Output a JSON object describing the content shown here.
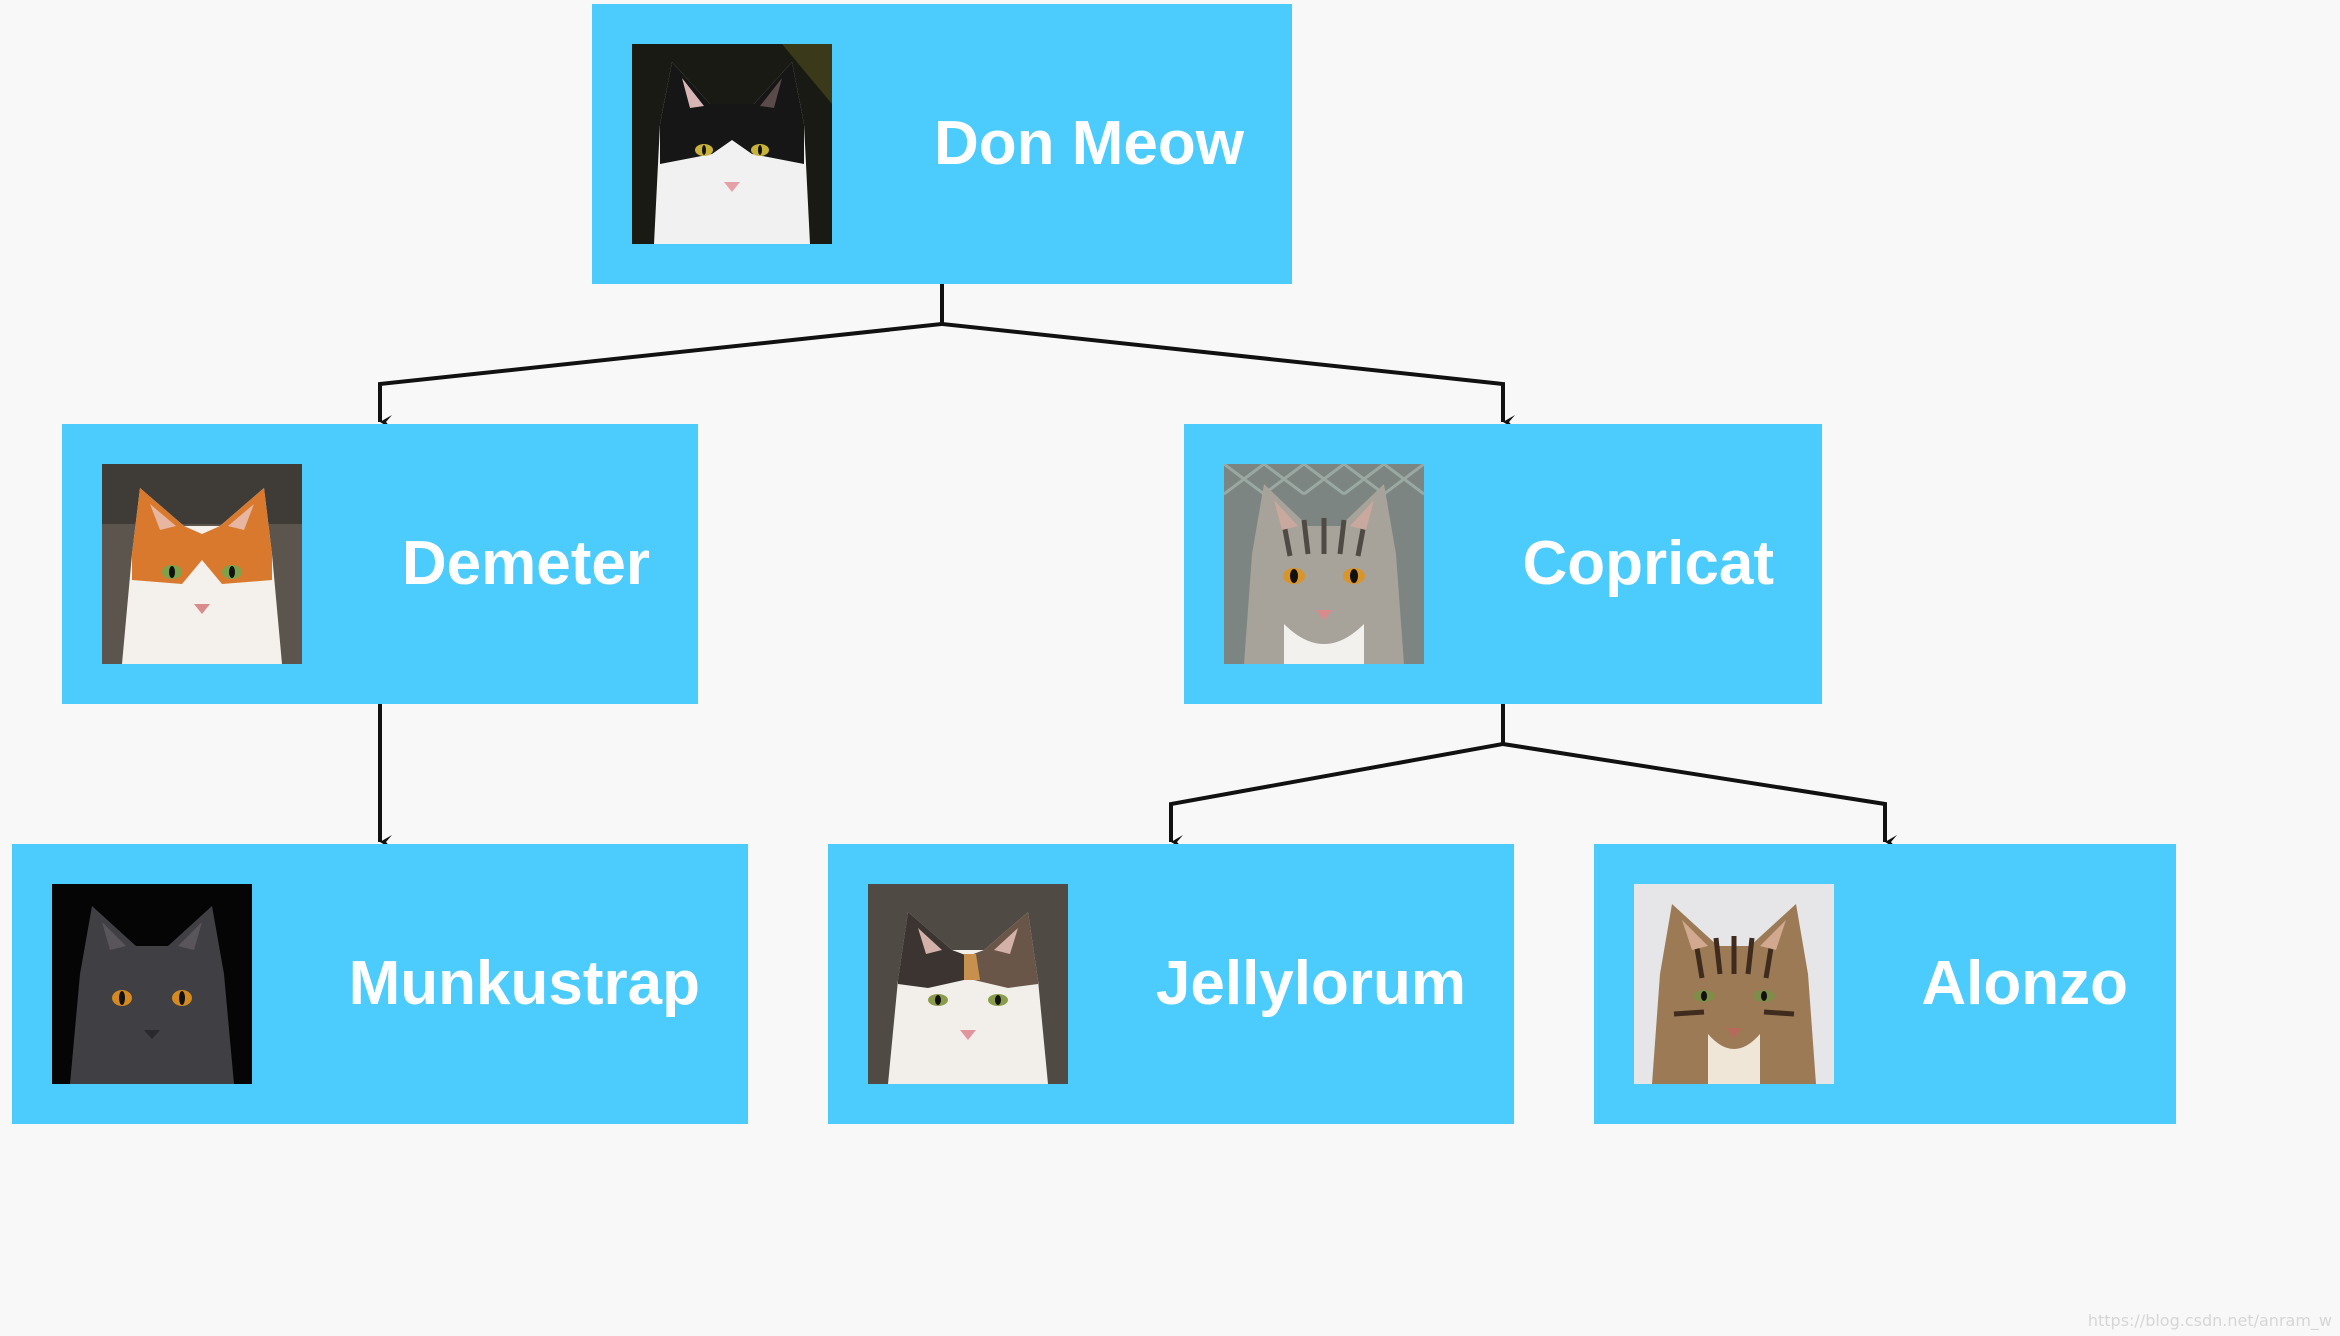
{
  "colors": {
    "background": "#f8f8f8",
    "node_fill": "#4ccbfd",
    "node_text": "#ffffff",
    "connector": "#111111"
  },
  "nodes": [
    {
      "id": "don-meow",
      "name": "Don Meow",
      "photo": "black-white-cat-photo"
    },
    {
      "id": "demeter",
      "name": "Demeter",
      "photo": "orange-white-cat-photo"
    },
    {
      "id": "copricat",
      "name": "Copricat",
      "photo": "grey-tabby-cat-photo"
    },
    {
      "id": "munkustrap",
      "name": "Munkustrap",
      "photo": "grey-cat-photo"
    },
    {
      "id": "jellylorum",
      "name": "Jellylorum",
      "photo": "calico-cat-photo"
    },
    {
      "id": "alonzo",
      "name": "Alonzo",
      "photo": "brown-tabby-cat-photo"
    }
  ],
  "edges": [
    {
      "from": "don-meow",
      "to": "demeter"
    },
    {
      "from": "don-meow",
      "to": "copricat"
    },
    {
      "from": "demeter",
      "to": "munkustrap"
    },
    {
      "from": "copricat",
      "to": "jellylorum"
    },
    {
      "from": "copricat",
      "to": "alonzo"
    }
  ],
  "watermark": "https://blog.csdn.net/anram_w"
}
